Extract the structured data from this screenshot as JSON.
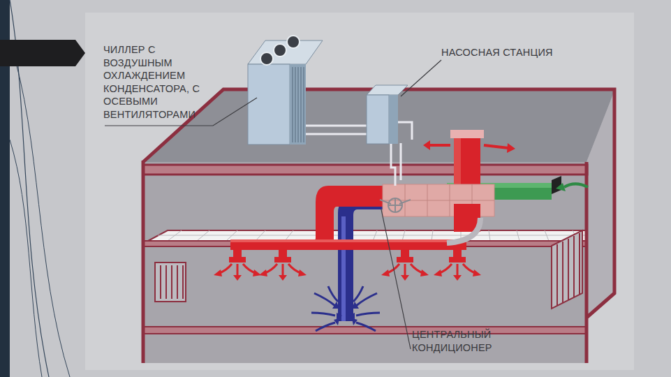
{
  "diagram": {
    "labels": [
      "ЧИЛЛЕР С ВОЗДУШНЫМ ОХЛАЖДЕНИЕМ КОНДЕНСАТОРА, С ОСЕВЫМИ ВЕНТИЛЯТОРАМИ",
      "НАСОСНАЯ СТАНЦИЯ",
      "ЦЕНТРАЛЬНЫЙ КОНДИЦИОНЕР"
    ]
  }
}
